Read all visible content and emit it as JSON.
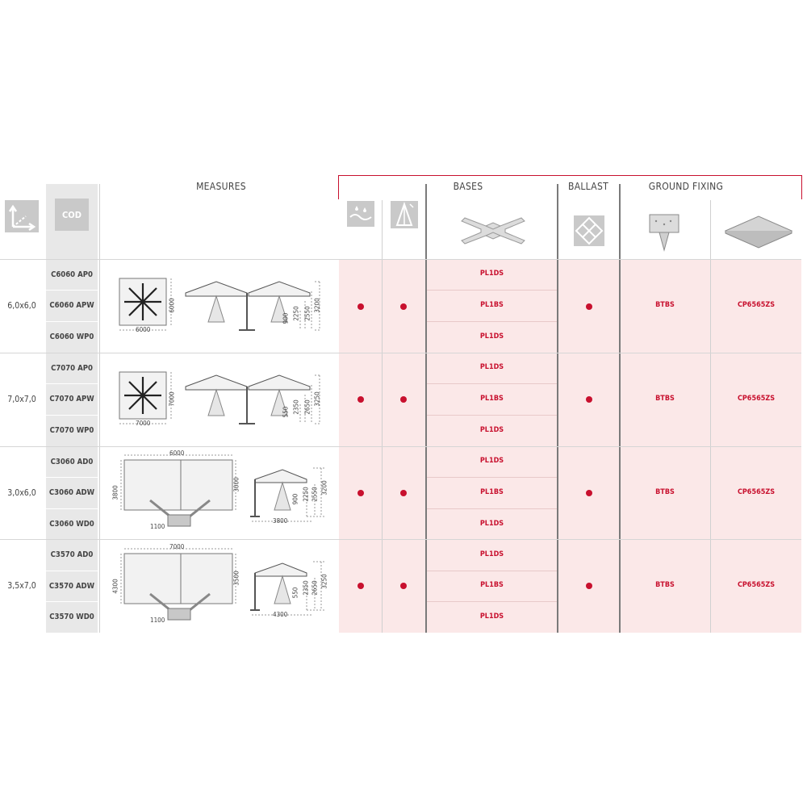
{
  "header": {
    "cod": "COD",
    "measures": "MEASURES",
    "bases": "BASES",
    "ballast": "BALLAST",
    "ground_fixing": "GROUND FIXING"
  },
  "groups": [
    {
      "size": "6,0x6,0",
      "codes": [
        "C6060 AP0",
        "C6060 APW",
        "C6060 WP0"
      ],
      "bases": [
        "PL1DS",
        "PL1BS",
        "PL1DS"
      ],
      "ground1": "BTBS",
      "ground2": "CP6565ZS",
      "dims": {
        "plan_w": "6000",
        "plan_h": "6000",
        "d1": "900",
        "d2": "2250",
        "d3": "2550",
        "d4": "3200"
      }
    },
    {
      "size": "7,0x7,0",
      "codes": [
        "C7070 AP0",
        "C7070 APW",
        "C7070 WP0"
      ],
      "bases": [
        "PL1DS",
        "PL1BS",
        "PL1DS"
      ],
      "ground1": "BTBS",
      "ground2": "CP6565ZS",
      "dims": {
        "plan_w": "7000",
        "plan_h": "7000",
        "d1": "550",
        "d2": "2350",
        "d3": "2650",
        "d4": "3250"
      }
    },
    {
      "size": "3,0x6,0",
      "codes": [
        "C3060 AD0",
        "C3060 ADW",
        "C3060 WD0"
      ],
      "bases": [
        "PL1DS",
        "PL1BS",
        "PL1DS"
      ],
      "ground1": "BTBS",
      "ground2": "CP6565ZS",
      "dims": {
        "top_w": "6000",
        "left_h": "3800",
        "right_h": "3000",
        "base_w": "1100",
        "side_w": "3800",
        "d1": "900",
        "d2": "2250",
        "d3": "2550",
        "d4": "3200"
      }
    },
    {
      "size": "3,5x7,0",
      "codes": [
        "C3570 AD0",
        "C3570 ADW",
        "C3570 WD0"
      ],
      "bases": [
        "PL1DS",
        "PL1BS",
        "PL1DS"
      ],
      "ground1": "BTBS",
      "ground2": "CP6565ZS",
      "dims": {
        "top_w": "7000",
        "left_h": "4300",
        "right_h": "3500",
        "base_w": "1100",
        "side_w": "4300",
        "d1": "550",
        "d2": "2350",
        "d3": "2650",
        "d4": "3250"
      }
    }
  ],
  "icons": {
    "dimensions": "dimensions-axes-icon",
    "wind": "wind-rain-icon",
    "height": "height-tree-icon",
    "bases": "cross-base-icon",
    "ballast": "ballast-tiles-icon",
    "anchor": "ground-anchor-icon",
    "plate": "ground-plate-icon"
  },
  "colors": {
    "accent": "#c8102e",
    "pink_bg": "#fbe8e8",
    "cod_bg": "#e8e8e8"
  }
}
